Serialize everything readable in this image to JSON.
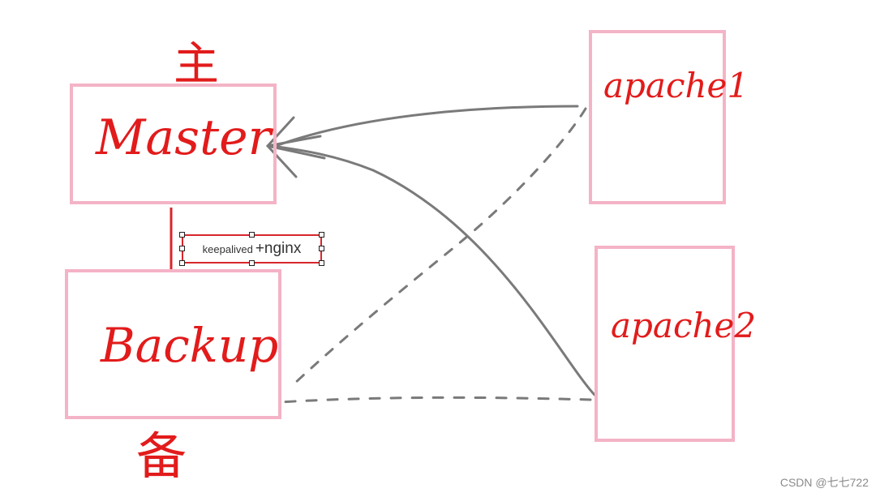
{
  "labels": {
    "master_caption": "主",
    "backup_caption": "备"
  },
  "nodes": {
    "master": "Master",
    "backup": "Backup",
    "apache1": "apache1",
    "apache2": "apache2"
  },
  "software_tag": {
    "small": "keepalived",
    "big": "+nginx"
  },
  "watermark": "CSDN @七七722",
  "colors": {
    "box_border": "#f4b3c6",
    "handwriting": "#e21b1b",
    "arrow_line": "#7a7a7a",
    "tag_border": "#d8262c"
  }
}
